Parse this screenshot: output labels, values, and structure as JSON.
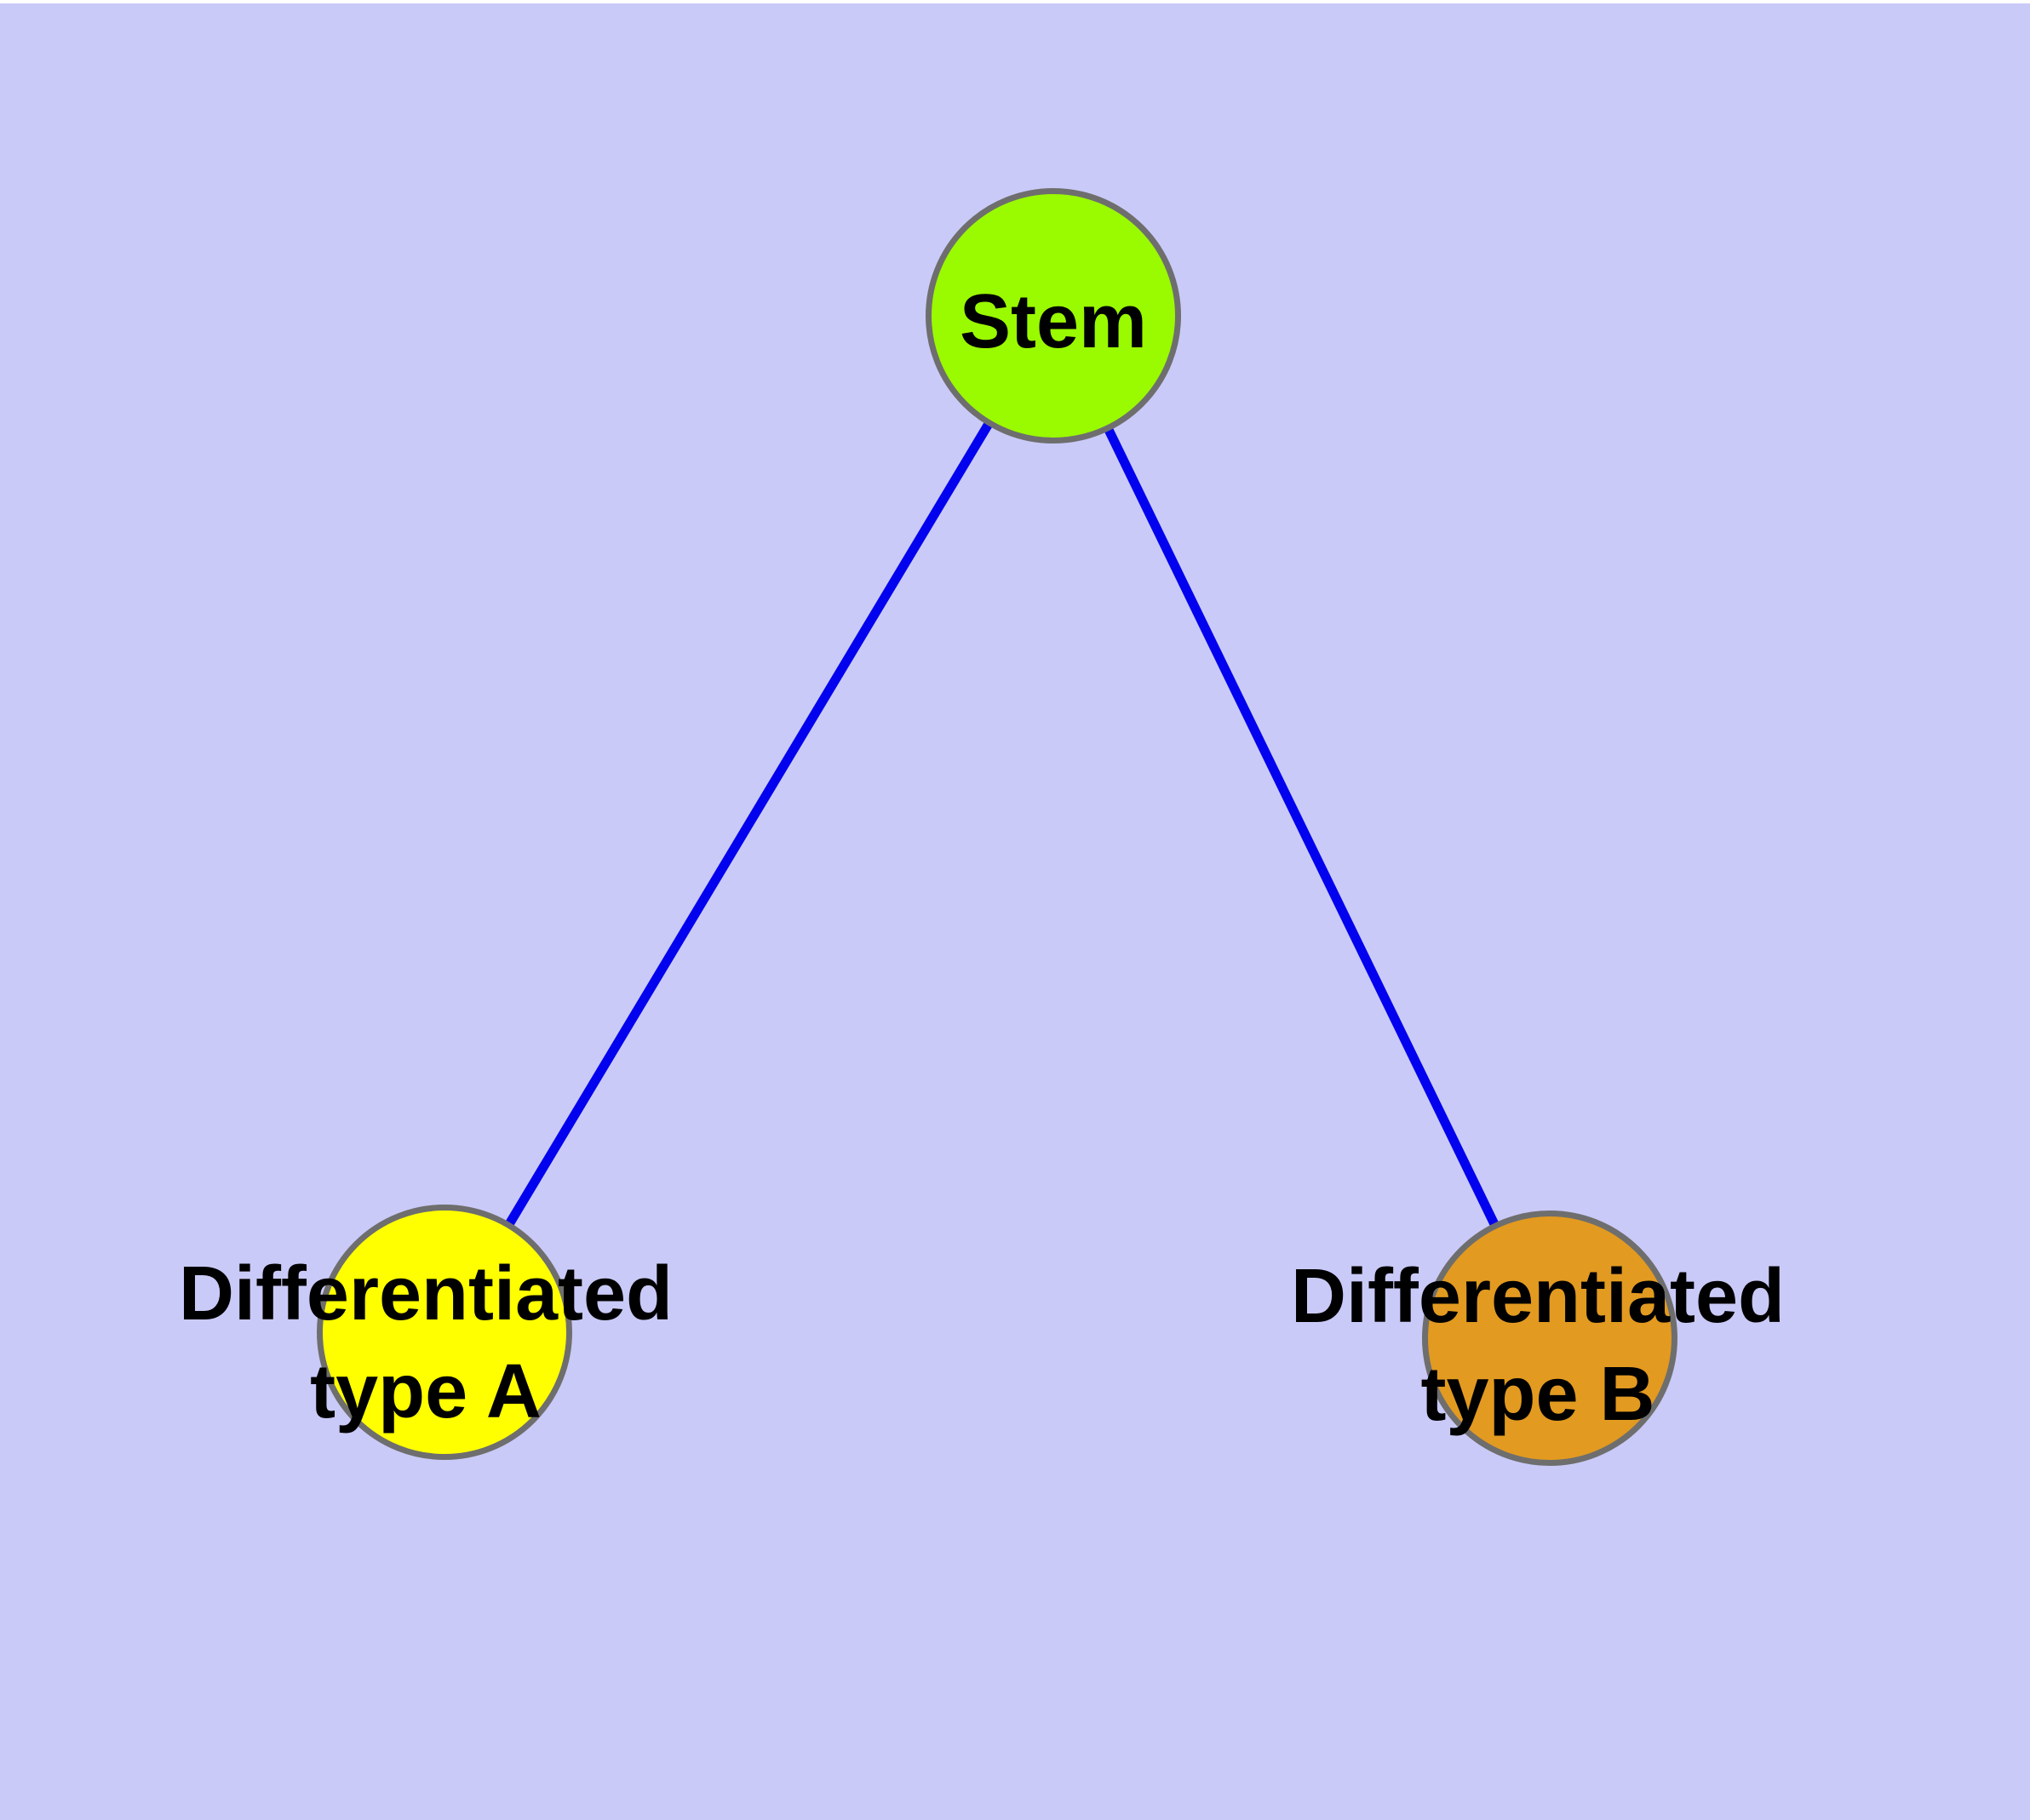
{
  "diagram": {
    "type": "node-link-graph",
    "background_color": "#CACAF8",
    "top_border_color": "#FFFFFF",
    "edge_color": "#0202EE",
    "node_border_color": "#6E6E6E",
    "text_color": "#000000",
    "nodes": {
      "stem": {
        "label": "Stem",
        "fill": "#9AFA00"
      },
      "type_a": {
        "label_line1": "Differentiated",
        "label_line2": "type A",
        "label": "Differentiated type A",
        "fill": "#FFFF00"
      },
      "type_b": {
        "label_line1": "Differentiated",
        "label_line2": "type B",
        "label": "Differentiated type B",
        "fill": "#E29A20"
      }
    },
    "edges": [
      {
        "from": "Stem",
        "to": "Differentiated type A"
      },
      {
        "from": "Stem",
        "to": "Differentiated type B"
      }
    ]
  }
}
